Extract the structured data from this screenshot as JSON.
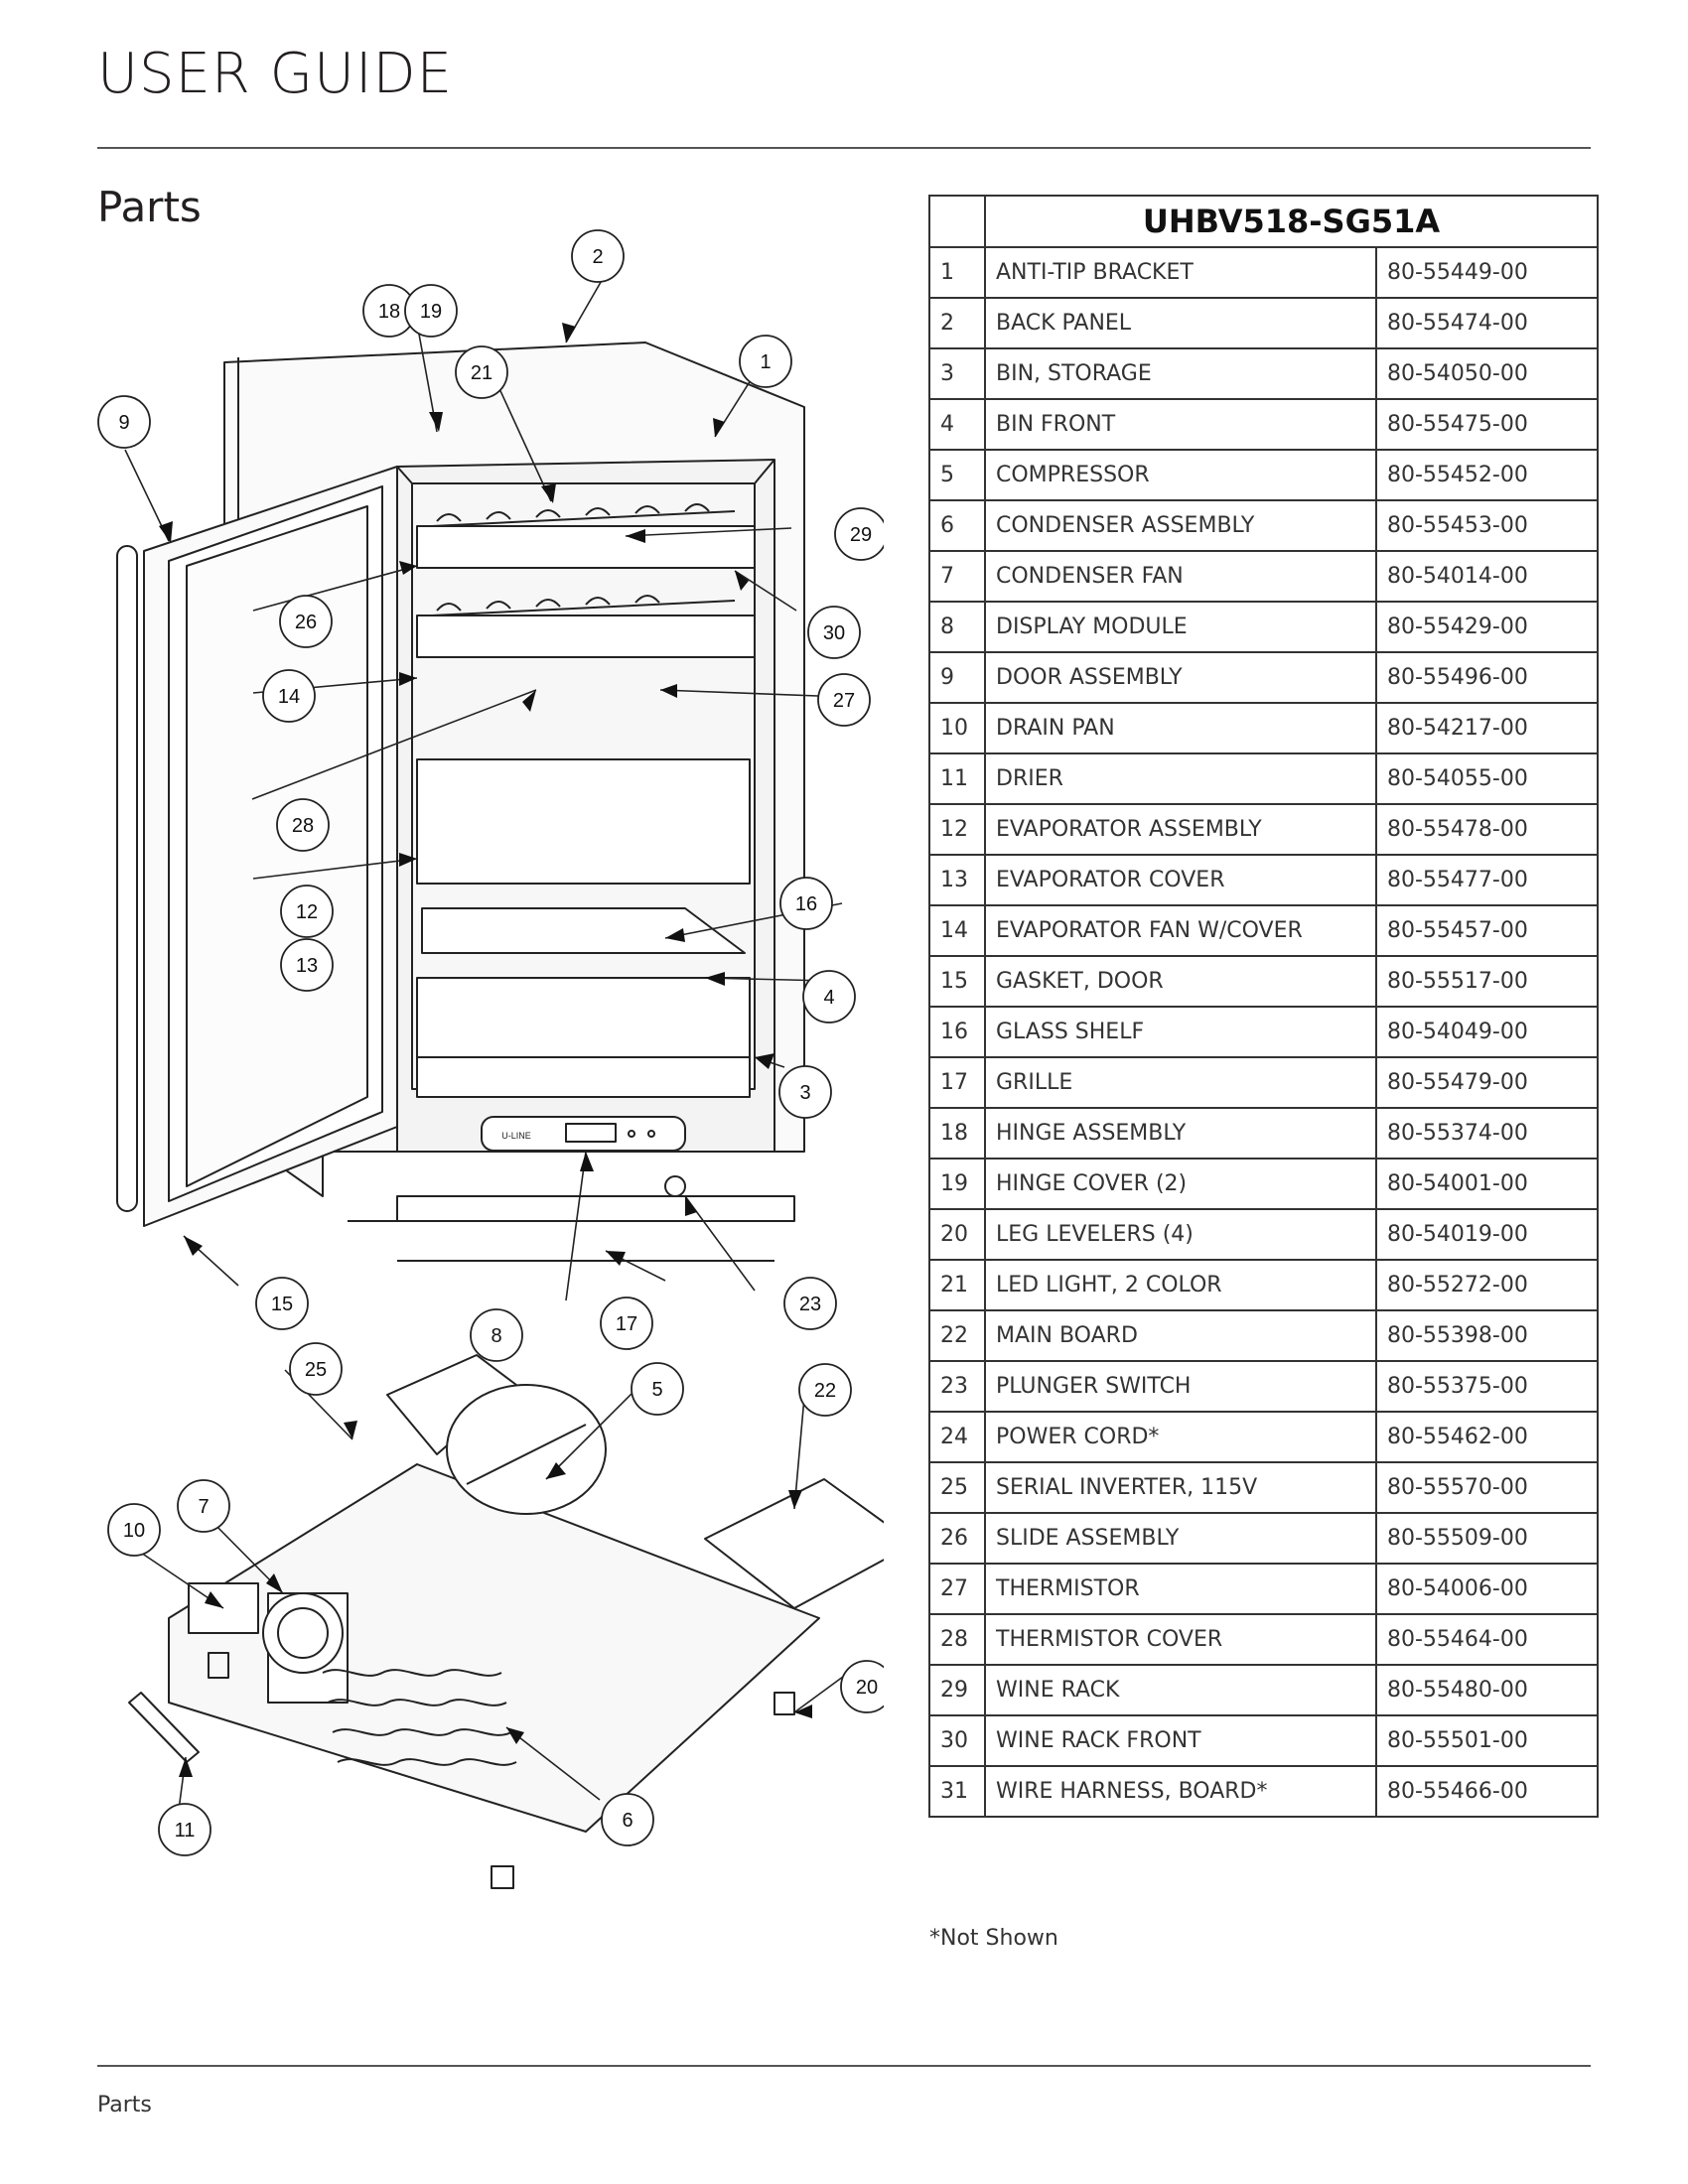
{
  "header": {
    "title": "USER GUIDE"
  },
  "section": {
    "title": "Parts"
  },
  "table": {
    "model": "UHBV518-SG51A",
    "rows": [
      {
        "num": "1",
        "desc": "ANTI-TIP BRACKET",
        "part": "80-55449-00"
      },
      {
        "num": "2",
        "desc": "BACK PANEL",
        "part": "80-55474-00"
      },
      {
        "num": "3",
        "desc": "BIN, STORAGE",
        "part": "80-54050-00"
      },
      {
        "num": "4",
        "desc": "BIN FRONT",
        "part": "80-55475-00"
      },
      {
        "num": "5",
        "desc": "COMPRESSOR",
        "part": "80-55452-00"
      },
      {
        "num": "6",
        "desc": "CONDENSER ASSEMBLY",
        "part": "80-55453-00"
      },
      {
        "num": "7",
        "desc": "CONDENSER FAN",
        "part": "80-54014-00"
      },
      {
        "num": "8",
        "desc": "DISPLAY MODULE",
        "part": "80-55429-00"
      },
      {
        "num": "9",
        "desc": "DOOR ASSEMBLY",
        "part": "80-55496-00"
      },
      {
        "num": "10",
        "desc": "DRAIN PAN",
        "part": "80-54217-00"
      },
      {
        "num": "11",
        "desc": "DRIER",
        "part": "80-54055-00"
      },
      {
        "num": "12",
        "desc": "EVAPORATOR ASSEMBLY",
        "part": "80-55478-00"
      },
      {
        "num": "13",
        "desc": "EVAPORATOR COVER",
        "part": "80-55477-00"
      },
      {
        "num": "14",
        "desc": "EVAPORATOR FAN W/COVER",
        "part": "80-55457-00"
      },
      {
        "num": "15",
        "desc": "GASKET, DOOR",
        "part": "80-55517-00"
      },
      {
        "num": "16",
        "desc": "GLASS SHELF",
        "part": "80-54049-00"
      },
      {
        "num": "17",
        "desc": "GRILLE",
        "part": "80-55479-00"
      },
      {
        "num": "18",
        "desc": "HINGE ASSEMBLY",
        "part": "80-55374-00"
      },
      {
        "num": "19",
        "desc": "HINGE COVER (2)",
        "part": "80-54001-00"
      },
      {
        "num": "20",
        "desc": "LEG LEVELERS (4)",
        "part": "80-54019-00"
      },
      {
        "num": "21",
        "desc": "LED LIGHT, 2 COLOR",
        "part": "80-55272-00"
      },
      {
        "num": "22",
        "desc": "MAIN BOARD",
        "part": "80-55398-00"
      },
      {
        "num": "23",
        "desc": "PLUNGER SWITCH",
        "part": "80-55375-00"
      },
      {
        "num": "24",
        "desc": "POWER CORD*",
        "part": "80-55462-00"
      },
      {
        "num": "25",
        "desc": "SERIAL INVERTER, 115V",
        "part": "80-55570-00"
      },
      {
        "num": "26",
        "desc": "SLIDE ASSEMBLY",
        "part": "80-55509-00"
      },
      {
        "num": "27",
        "desc": "THERMISTOR",
        "part": "80-54006-00"
      },
      {
        "num": "28",
        "desc": "THERMISTOR COVER",
        "part": "80-55464-00"
      },
      {
        "num": "29",
        "desc": "WINE RACK",
        "part": "80-55480-00"
      },
      {
        "num": "30",
        "desc": "WINE RACK FRONT",
        "part": "80-55501-00"
      },
      {
        "num": "31",
        "desc": "WIRE HARNESS, BOARD*",
        "part": "80-55466-00"
      }
    ]
  },
  "footnote": "*Not Shown",
  "diagram": {
    "callouts": [
      "1",
      "2",
      "3",
      "4",
      "5",
      "6",
      "7",
      "8",
      "9",
      "10",
      "11",
      "12",
      "13",
      "14",
      "15",
      "16",
      "17",
      "18",
      "19",
      "20",
      "21",
      "22",
      "23",
      "25",
      "26",
      "27",
      "28",
      "29",
      "30"
    ],
    "brand": "U-LINE"
  },
  "footer": {
    "text": "Parts"
  }
}
